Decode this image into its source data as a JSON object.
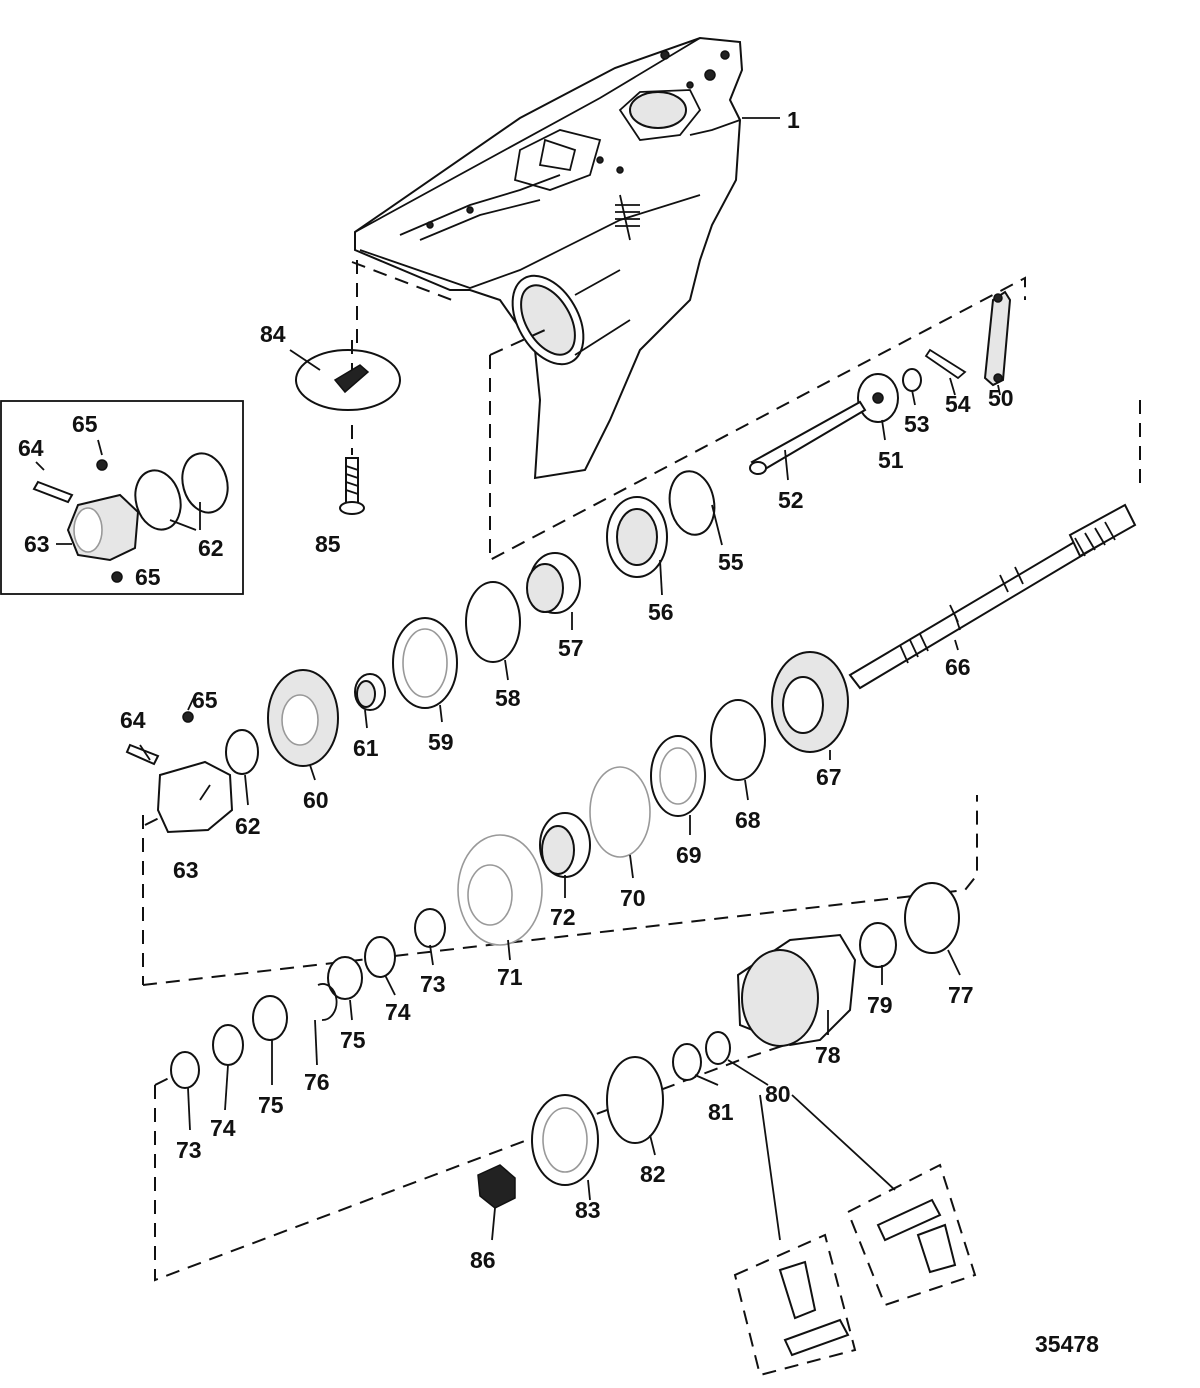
{
  "figure_number": "35478",
  "callouts": [
    {
      "id": "c1",
      "label": "1"
    },
    {
      "id": "c50",
      "label": "50"
    },
    {
      "id": "c51",
      "label": "51"
    },
    {
      "id": "c52",
      "label": "52"
    },
    {
      "id": "c53",
      "label": "53"
    },
    {
      "id": "c54",
      "label": "54"
    },
    {
      "id": "c55",
      "label": "55"
    },
    {
      "id": "c56",
      "label": "56"
    },
    {
      "id": "c57",
      "label": "57"
    },
    {
      "id": "c58",
      "label": "58"
    },
    {
      "id": "c59",
      "label": "59"
    },
    {
      "id": "c60",
      "label": "60"
    },
    {
      "id": "c61",
      "label": "61"
    },
    {
      "id": "c62a",
      "label": "62"
    },
    {
      "id": "c62b",
      "label": "62"
    },
    {
      "id": "c63a",
      "label": "63"
    },
    {
      "id": "c63b",
      "label": "63"
    },
    {
      "id": "c64a",
      "label": "64"
    },
    {
      "id": "c64b",
      "label": "64"
    },
    {
      "id": "c65a",
      "label": "65"
    },
    {
      "id": "c65b",
      "label": "65"
    },
    {
      "id": "c65c",
      "label": "65"
    },
    {
      "id": "c66",
      "label": "66"
    },
    {
      "id": "c67",
      "label": "67"
    },
    {
      "id": "c68",
      "label": "68"
    },
    {
      "id": "c69",
      "label": "69"
    },
    {
      "id": "c70",
      "label": "70"
    },
    {
      "id": "c71",
      "label": "71"
    },
    {
      "id": "c72",
      "label": "72"
    },
    {
      "id": "c73a",
      "label": "73"
    },
    {
      "id": "c73b",
      "label": "73"
    },
    {
      "id": "c74a",
      "label": "74"
    },
    {
      "id": "c74b",
      "label": "74"
    },
    {
      "id": "c75a",
      "label": "75"
    },
    {
      "id": "c75b",
      "label": "75"
    },
    {
      "id": "c76",
      "label": "76"
    },
    {
      "id": "c77",
      "label": "77"
    },
    {
      "id": "c78",
      "label": "78"
    },
    {
      "id": "c79",
      "label": "79"
    },
    {
      "id": "c80",
      "label": "80"
    },
    {
      "id": "c81",
      "label": "81"
    },
    {
      "id": "c82",
      "label": "82"
    },
    {
      "id": "c83",
      "label": "83"
    },
    {
      "id": "c84",
      "label": "84"
    },
    {
      "id": "c85",
      "label": "85"
    },
    {
      "id": "c86",
      "label": "86"
    }
  ]
}
